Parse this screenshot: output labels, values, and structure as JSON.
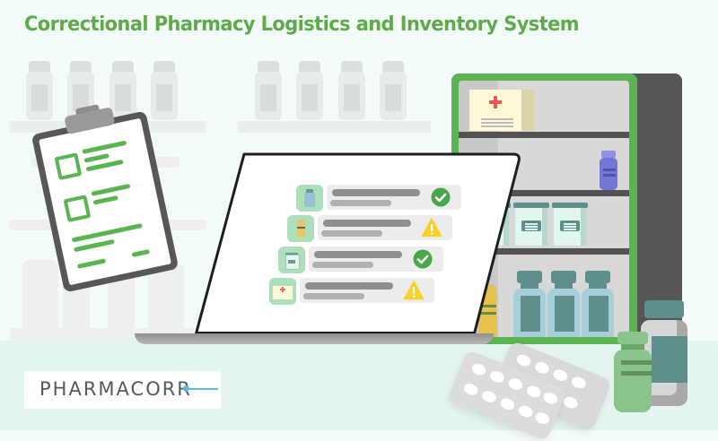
{
  "header": {
    "title": "Correctional Pharmacy Logistics and Inventory System"
  },
  "logo": {
    "text": "PHARMACORR",
    "text_color": "#4d5b63",
    "accent_color": "#64b6dc"
  },
  "colors": {
    "brand_green": "#5fab4a",
    "cabinet_green": "#5cb352",
    "background": "#f4fcfb",
    "floor": "#e3f4f1",
    "warning_yellow": "#f7d02c",
    "success_green": "#4aa64a"
  },
  "laptop_screen": {
    "inventory_rows": [
      {
        "item_icon": "vial-icon",
        "status": "ok",
        "status_icon": "check-circle-icon"
      },
      {
        "item_icon": "pill-bottle-icon",
        "status": "warning",
        "status_icon": "warning-triangle-icon"
      },
      {
        "item_icon": "jar-icon",
        "status": "ok",
        "status_icon": "check-circle-icon"
      },
      {
        "item_icon": "medical-box-icon",
        "status": "warning",
        "status_icon": "warning-triangle-icon"
      }
    ]
  },
  "illustration": {
    "clipboard": {
      "checkbox_count": 2
    },
    "cabinet": {
      "shelves": 4
    },
    "pill_packs": 2
  }
}
